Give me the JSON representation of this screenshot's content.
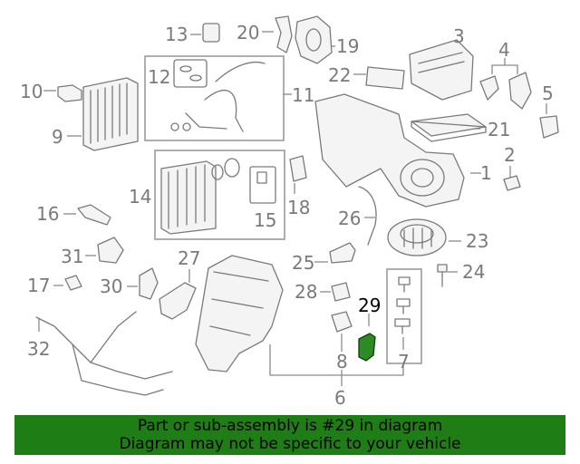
{
  "callouts": [
    "1",
    "2",
    "3",
    "4",
    "5",
    "6",
    "7",
    "8",
    "9",
    "10",
    "11",
    "12",
    "13",
    "14",
    "15",
    "16",
    "17",
    "18",
    "19",
    "20",
    "21",
    "22",
    "23",
    "24",
    "25",
    "26",
    "27",
    "28",
    "29",
    "30",
    "31",
    "32"
  ],
  "highlight_color": "#2e8b24",
  "banner": {
    "line1": "Part or sub-assembly is #29 in diagram",
    "line2": "Diagram may not be specific to your vehicle",
    "color": "#1e7d14"
  }
}
